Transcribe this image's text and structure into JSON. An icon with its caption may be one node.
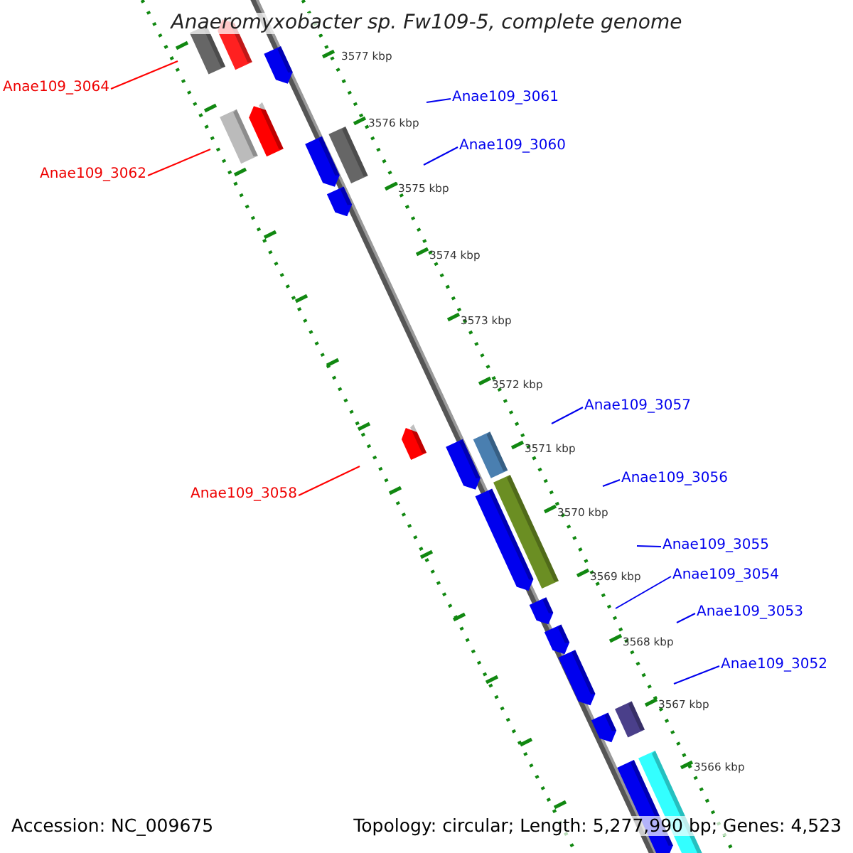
{
  "diagram": {
    "title": "Anaeromyxobacter sp. Fw109-5, complete genome",
    "nodes": [
      {
        "text": [
          "Anae109_3064"
        ]
      },
      {
        "text": [
          "Anae109_3062"
        ]
      },
      {
        "text": [
          "Anae109_3061"
        ]
      },
      {
        "text": [
          "Anae109_3060"
        ]
      },
      {
        "text": [
          "Anae109_3057"
        ]
      },
      {
        "text": [
          "Anae109_3056"
        ]
      },
      {
        "text": [
          "Anae109_3058"
        ]
      },
      {
        "text": [
          "Anae109_3055"
        ]
      },
      {
        "text": [
          "Anae109_3054"
        ]
      },
      {
        "text": [
          "Anae109_3053"
        ]
      },
      {
        "text": [
          "Anae109_3052"
        ]
      }
    ],
    "edges": [
      {
        "from": 0,
        "to": null,
        "arrow": "none",
        "color": "#ff0000"
      },
      {
        "from": 1,
        "to": null,
        "arrow": "none",
        "color": "#ff0000"
      },
      {
        "from": 2,
        "to": null,
        "arrow": "none"
      },
      {
        "from": 3,
        "to": null,
        "arrow": "none"
      },
      {
        "from": 4,
        "to": null,
        "arrow": "none"
      },
      {
        "from": 5,
        "to": null,
        "arrow": "none"
      },
      {
        "from": 6,
        "to": null,
        "arrow": "none",
        "color": "#ff0000"
      },
      {
        "from": 7,
        "to": null,
        "arrow": "none"
      },
      {
        "from": 8,
        "to": null,
        "arrow": "none"
      },
      {
        "from": 9,
        "to": null,
        "arrow": "none"
      },
      {
        "from": 10,
        "to": null,
        "arrow": "none"
      }
    ],
    "labels": [
      "3577 kbp",
      "3576 kbp",
      "3575 kbp",
      "3574 kbp",
      "3573 kbp",
      "3572 kbp",
      "3571 kbp",
      "3570 kbp",
      "3569 kbp",
      "3568 kbp",
      "3567 kbp",
      "3566 kbp",
      "Accession: NC_009675",
      "Topology: circular; Length: 5,277,990 bp; Genes: 4,523"
    ]
  }
}
